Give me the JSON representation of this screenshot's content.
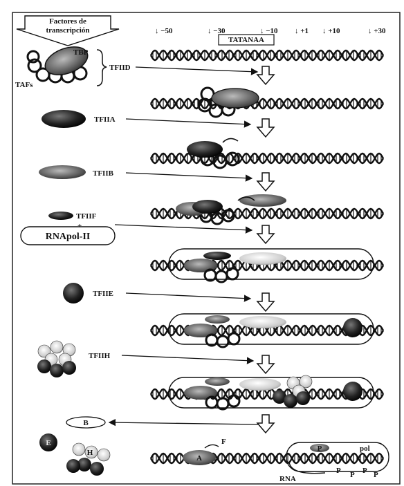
{
  "header": {
    "arrow_label_line1": "Factores de",
    "arrow_label_line2": "transcripción",
    "tata_box": "TATANAA"
  },
  "positions": [
    "↓ −50",
    "↓ −30",
    "↓ −10",
    "↓ +1",
    "↓ +10",
    "↓ +30"
  ],
  "factors": {
    "tbp": "TBP",
    "tafs": "TAFs",
    "tfiid": "TFIID",
    "tfiia": "TFIIA",
    "tfiib": "TFIIB",
    "tfiif": "TFIIF",
    "plus": "+",
    "rnapol": "RNApol-II",
    "tfiie": "TFIIE",
    "tfiih": "TFIIH"
  },
  "release": {
    "b": "B",
    "e": "E",
    "h": "H",
    "f": "F",
    "a": "A",
    "p": "P",
    "pol": "pol",
    "rna": "RNA",
    "phos": [
      "P",
      "P",
      "P",
      "P"
    ]
  },
  "colors": {
    "ink": "#111111",
    "dark_blob": "#1a1a1a",
    "mid_blob": "#555555",
    "light_blob": "#bbbbbb"
  }
}
